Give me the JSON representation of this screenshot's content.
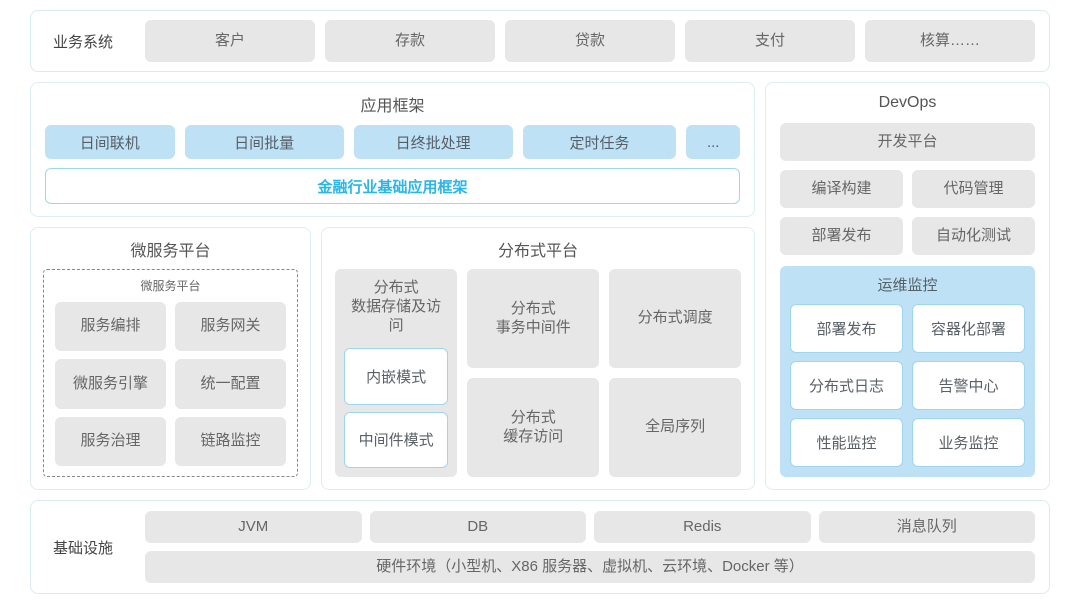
{
  "business_systems": {
    "label": "业务系统",
    "items": [
      "客户",
      "存款",
      "贷款",
      "支付",
      "核算……"
    ]
  },
  "app_framework": {
    "title": "应用框架",
    "items": [
      "日间联机",
      "日间批量",
      "日终批处理",
      "定时任务",
      "..."
    ],
    "framework_bar": "金融行业基础应用框架",
    "accent_color": "#29b6e8"
  },
  "microservice_platform": {
    "title": "微服务平台",
    "inner_title": "微服务平台",
    "items": [
      "服务编排",
      "服务网关",
      "微服务引擎",
      "统一配置",
      "服务治理",
      "链路监控"
    ]
  },
  "distributed_platform": {
    "title": "分布式平台",
    "storage": {
      "title": "分布式\n数据存储及访问",
      "modes": [
        "内嵌模式",
        "中间件模式"
      ]
    },
    "items": [
      "分布式\n事务中间件",
      "分布式调度",
      "分布式\n缓存访问",
      "全局序列"
    ]
  },
  "devops": {
    "title": "DevOps",
    "platform": "开发平台",
    "items": [
      "编译构建",
      "代码管理",
      "部署发布",
      "自动化测试"
    ],
    "ops_monitor": {
      "title": "运维监控",
      "items": [
        "部署发布",
        "容器化部署",
        "分布式日志",
        "告警中心",
        "性能监控",
        "业务监控"
      ]
    }
  },
  "infrastructure": {
    "label": "基础设施",
    "items": [
      "JVM",
      "DB",
      "Redis",
      "消息队列"
    ],
    "hardware": "硬件环境（小型机、X86 服务器、虚拟机、云环境、Docker 等）"
  }
}
